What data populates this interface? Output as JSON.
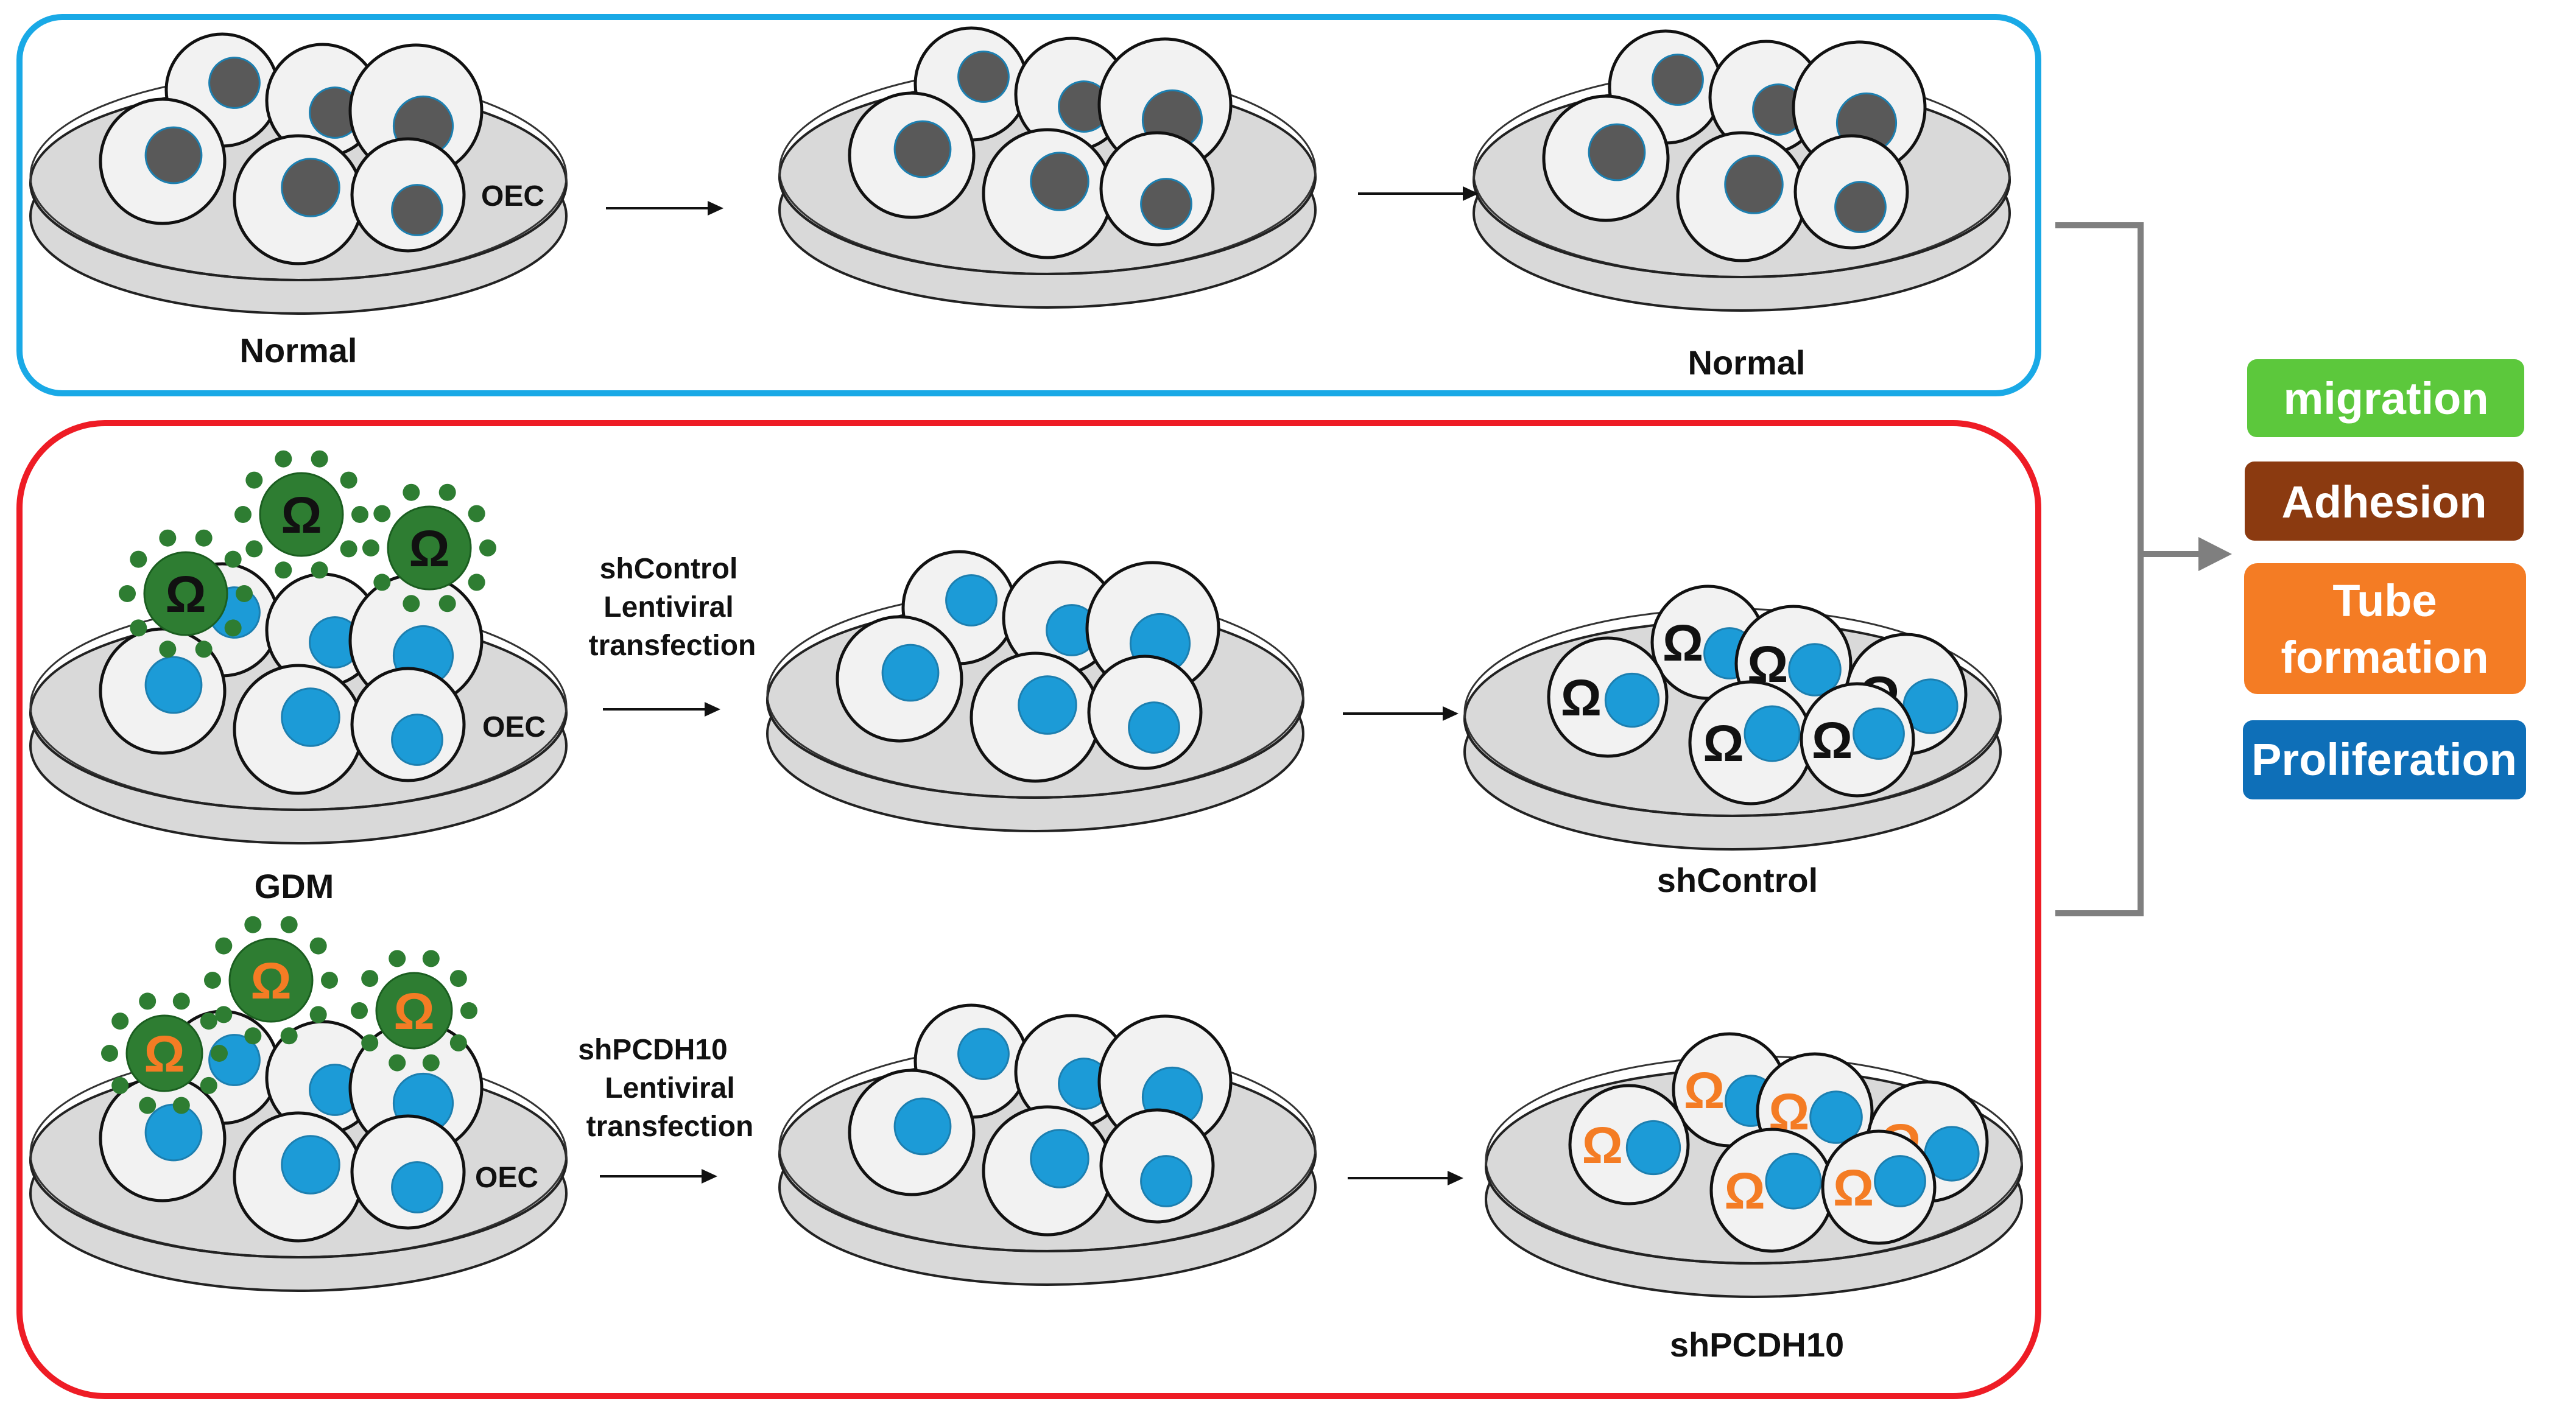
{
  "colors": {
    "normal_box": "#19a9e6",
    "gdm_box": "#ee1c25",
    "dish_fill": "#d9d9d9",
    "cell_fill": "#f2f2f2",
    "nucleus_gray": "#595959",
    "nucleus_blue": "#1c9bd7",
    "virus_green": "#2e7d32",
    "omega_orange": "#f47c24",
    "connector": "#7f7f7f"
  },
  "normal": {
    "label_start": "Normal",
    "label_end": "Normal",
    "oec": "OEC"
  },
  "gdm": {
    "label_start": "GDM",
    "oec_1": "OEC",
    "oec_2": "OEC",
    "shcontrol": {
      "line1": "shControl",
      "line2": "Lentiviral",
      "line3": "transfection",
      "result": "shControl"
    },
    "shpcdh10": {
      "line1": "shPCDH10",
      "line2": "Lentiviral",
      "line3": "transfection",
      "result": "shPCDH10"
    }
  },
  "omega_symbol": "Ω",
  "outcomes": [
    {
      "label": "migration",
      "color": "#5cc83c"
    },
    {
      "label": "Adhesion",
      "color": "#8b3a10"
    },
    {
      "label": "Tube",
      "label2": "formation",
      "color": "#f47c24"
    },
    {
      "label": "Proliferation",
      "color": "#0e6fb8"
    }
  ]
}
